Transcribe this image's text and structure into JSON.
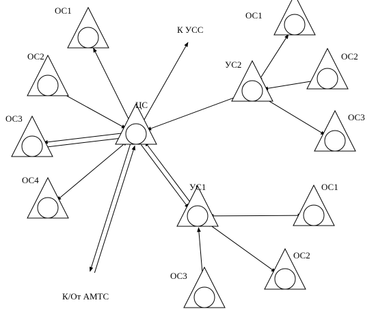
{
  "nodes": {
    "cs": {
      "label": "ЦС"
    },
    "cs_os1": {
      "label": "ОС1"
    },
    "cs_os2": {
      "label": "ОС2"
    },
    "cs_os3": {
      "label": "ОС3"
    },
    "cs_os4": {
      "label": "ОС4"
    },
    "us2": {
      "label": "УС2"
    },
    "us2_os1": {
      "label": "ОС1"
    },
    "us2_os2": {
      "label": "ОС2"
    },
    "us2_os3": {
      "label": "ОС3"
    },
    "us1": {
      "label": "УС1"
    },
    "us1_os1": {
      "label": "ОС1"
    },
    "us1_os2": {
      "label": "ОС2"
    },
    "us1_os3": {
      "label": "ОС3"
    }
  },
  "external": {
    "k_uss": {
      "label": "К УСС"
    },
    "k_ot_amts": {
      "label": "К/От АМТС"
    }
  },
  "edges": [
    {
      "from": "cs",
      "to": "cs_os1",
      "type": "bi"
    },
    {
      "from": "cs",
      "to": "cs_os2",
      "type": "bi"
    },
    {
      "from": "cs",
      "to": "cs_os3",
      "type": "double"
    },
    {
      "from": "cs",
      "to": "cs_os4",
      "type": "bi"
    },
    {
      "from": "cs",
      "to": "us2",
      "type": "bi"
    },
    {
      "from": "cs",
      "to": "us1",
      "type": "double"
    },
    {
      "from": "cs",
      "to": "k_uss",
      "type": "out"
    },
    {
      "from": "cs",
      "to": "k_ot_amts",
      "type": "double-ext"
    },
    {
      "from": "us2",
      "to": "us2_os1",
      "type": "bi"
    },
    {
      "from": "us2",
      "to": "us2_os2",
      "type": "bi"
    },
    {
      "from": "us2",
      "to": "us2_os3",
      "type": "bi"
    },
    {
      "from": "us1",
      "to": "us1_os1",
      "type": "bi"
    },
    {
      "from": "us1",
      "to": "us1_os2",
      "type": "bi"
    },
    {
      "from": "us1",
      "to": "us1_os3",
      "type": "bi"
    }
  ]
}
